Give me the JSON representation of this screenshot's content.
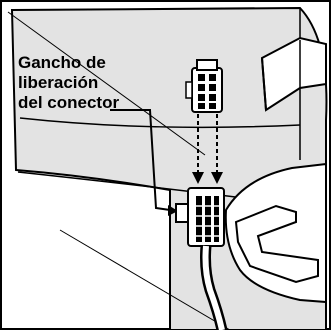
{
  "diagram": {
    "callout": {
      "lines": [
        "Gancho de",
        "liberación",
        "del conector"
      ]
    },
    "parts": {
      "upper_connector": "loose connector (socket, 2x4 pins)",
      "lower_connector": "mounted connector with wire harness",
      "release_hook": "connector release hook"
    },
    "colors": {
      "stroke": "#000000",
      "panel_fill": "#e3e3e3",
      "background": "#ffffff",
      "part_fill": "#ffffff"
    }
  }
}
